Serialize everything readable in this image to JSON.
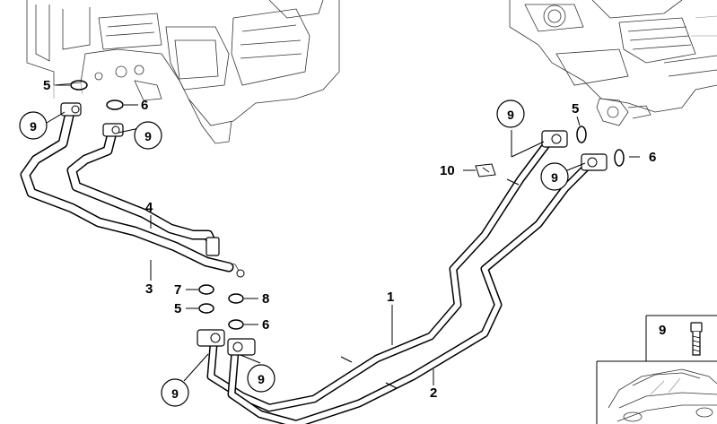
{
  "callouts": {
    "c1": "1",
    "c2": "2",
    "c3": "3",
    "c4": "4",
    "c5a": "5",
    "c5b": "5",
    "c5c": "5",
    "c6a": "6",
    "c6b": "6",
    "c6c": "6",
    "c7": "7",
    "c8": "8",
    "c9a": "9",
    "c9b": "9",
    "c9c": "9",
    "c9d": "9",
    "c9e": "9",
    "c9f": "9",
    "c10": "10"
  }
}
